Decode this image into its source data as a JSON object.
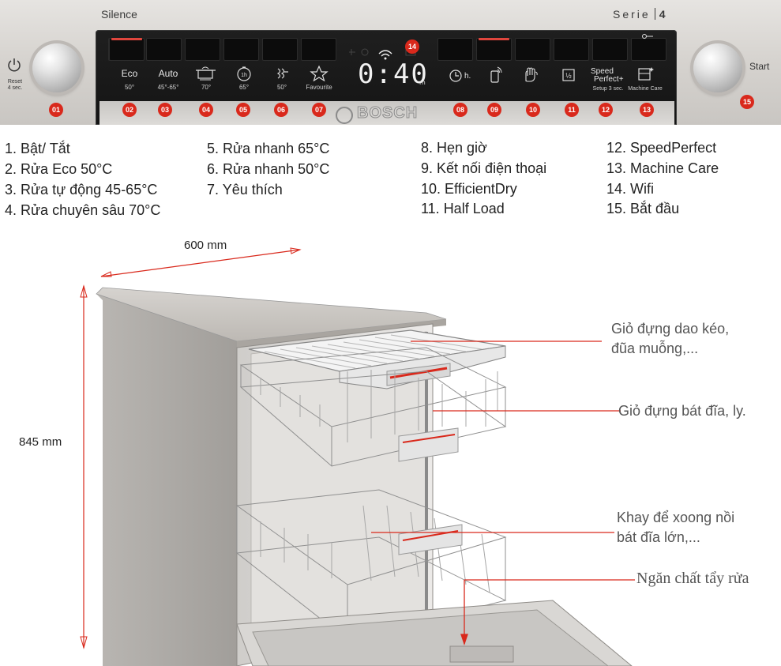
{
  "panel": {
    "silence_label": "Silence",
    "serie_label": "Serie",
    "serie_number": "4",
    "reset_label_line1": "Reset",
    "reset_label_line2": "4 sec.",
    "start_label": "Start",
    "display_time": "0:40",
    "display_unit": "m",
    "brand": "BOSCH",
    "buttons": [
      {
        "main": "Eco",
        "sub": "50°"
      },
      {
        "main": "Auto",
        "sub": "45°-65°"
      },
      {
        "main": "",
        "sub": "70°",
        "icon": "pot-icon"
      },
      {
        "main": "",
        "sub": "65°",
        "icon": "quick-1h-icon"
      },
      {
        "main": "",
        "sub": "50°",
        "icon": "quick-wash-icon"
      },
      {
        "main": "",
        "sub": "Favourite",
        "icon": "star-icon"
      },
      {
        "main": "h.",
        "sub": "",
        "icon": "clock-icon"
      },
      {
        "main": "",
        "sub": "",
        "icon": "phone-connect-icon"
      },
      {
        "main": "",
        "sub": "",
        "icon": "hand-dry-icon"
      },
      {
        "main": "",
        "sub": "",
        "icon": "half-load-icon"
      },
      {
        "main": "Speed",
        "sub": "Setup 3 sec.",
        "extra": "Perfect",
        "plus": "+"
      },
      {
        "main": "",
        "sub": "Machine Care",
        "icon": "machine-care-icon"
      }
    ],
    "numbers": [
      "01",
      "02",
      "03",
      "04",
      "05",
      "06",
      "07",
      "08",
      "09",
      "10",
      "11",
      "12",
      "13",
      "14",
      "15"
    ]
  },
  "legend": {
    "col1": [
      "1. Bật/ Tắt",
      "2. Rửa Eco 50°C",
      "3. Rửa tự động 45-65°C",
      "4. Rửa chuyên sâu 70°C"
    ],
    "col2": [
      "5. Rửa nhanh 65°C",
      "6. Rửa nhanh 50°C",
      "7. Yêu thích"
    ],
    "col3": [
      "8. Hẹn giờ",
      "9. Kết nối điện thoại",
      "10. EfficientDry",
      "11. Half Load"
    ],
    "col4": [
      "12. SpeedPerfect",
      "13. Machine Care",
      "14. Wifi",
      "15. Bắt đầu"
    ]
  },
  "dimensions": {
    "width": "600 mm",
    "height": "845 mm"
  },
  "callouts": {
    "cutlery_line1": "Giỏ đựng dao kéo,",
    "cutlery_line2": "đũa muỗng,...",
    "upper_basket": "Giỏ đựng bát đĩa, ly.",
    "lower_line1": "Khay để xoong nồi",
    "lower_line2": "bát đĩa lớn,...",
    "detergent": "Ngăn chất tẩy rửa"
  },
  "colors": {
    "accent_red": "#d9291c",
    "panel_black": "#141414",
    "steel": "#c9c6c2"
  }
}
